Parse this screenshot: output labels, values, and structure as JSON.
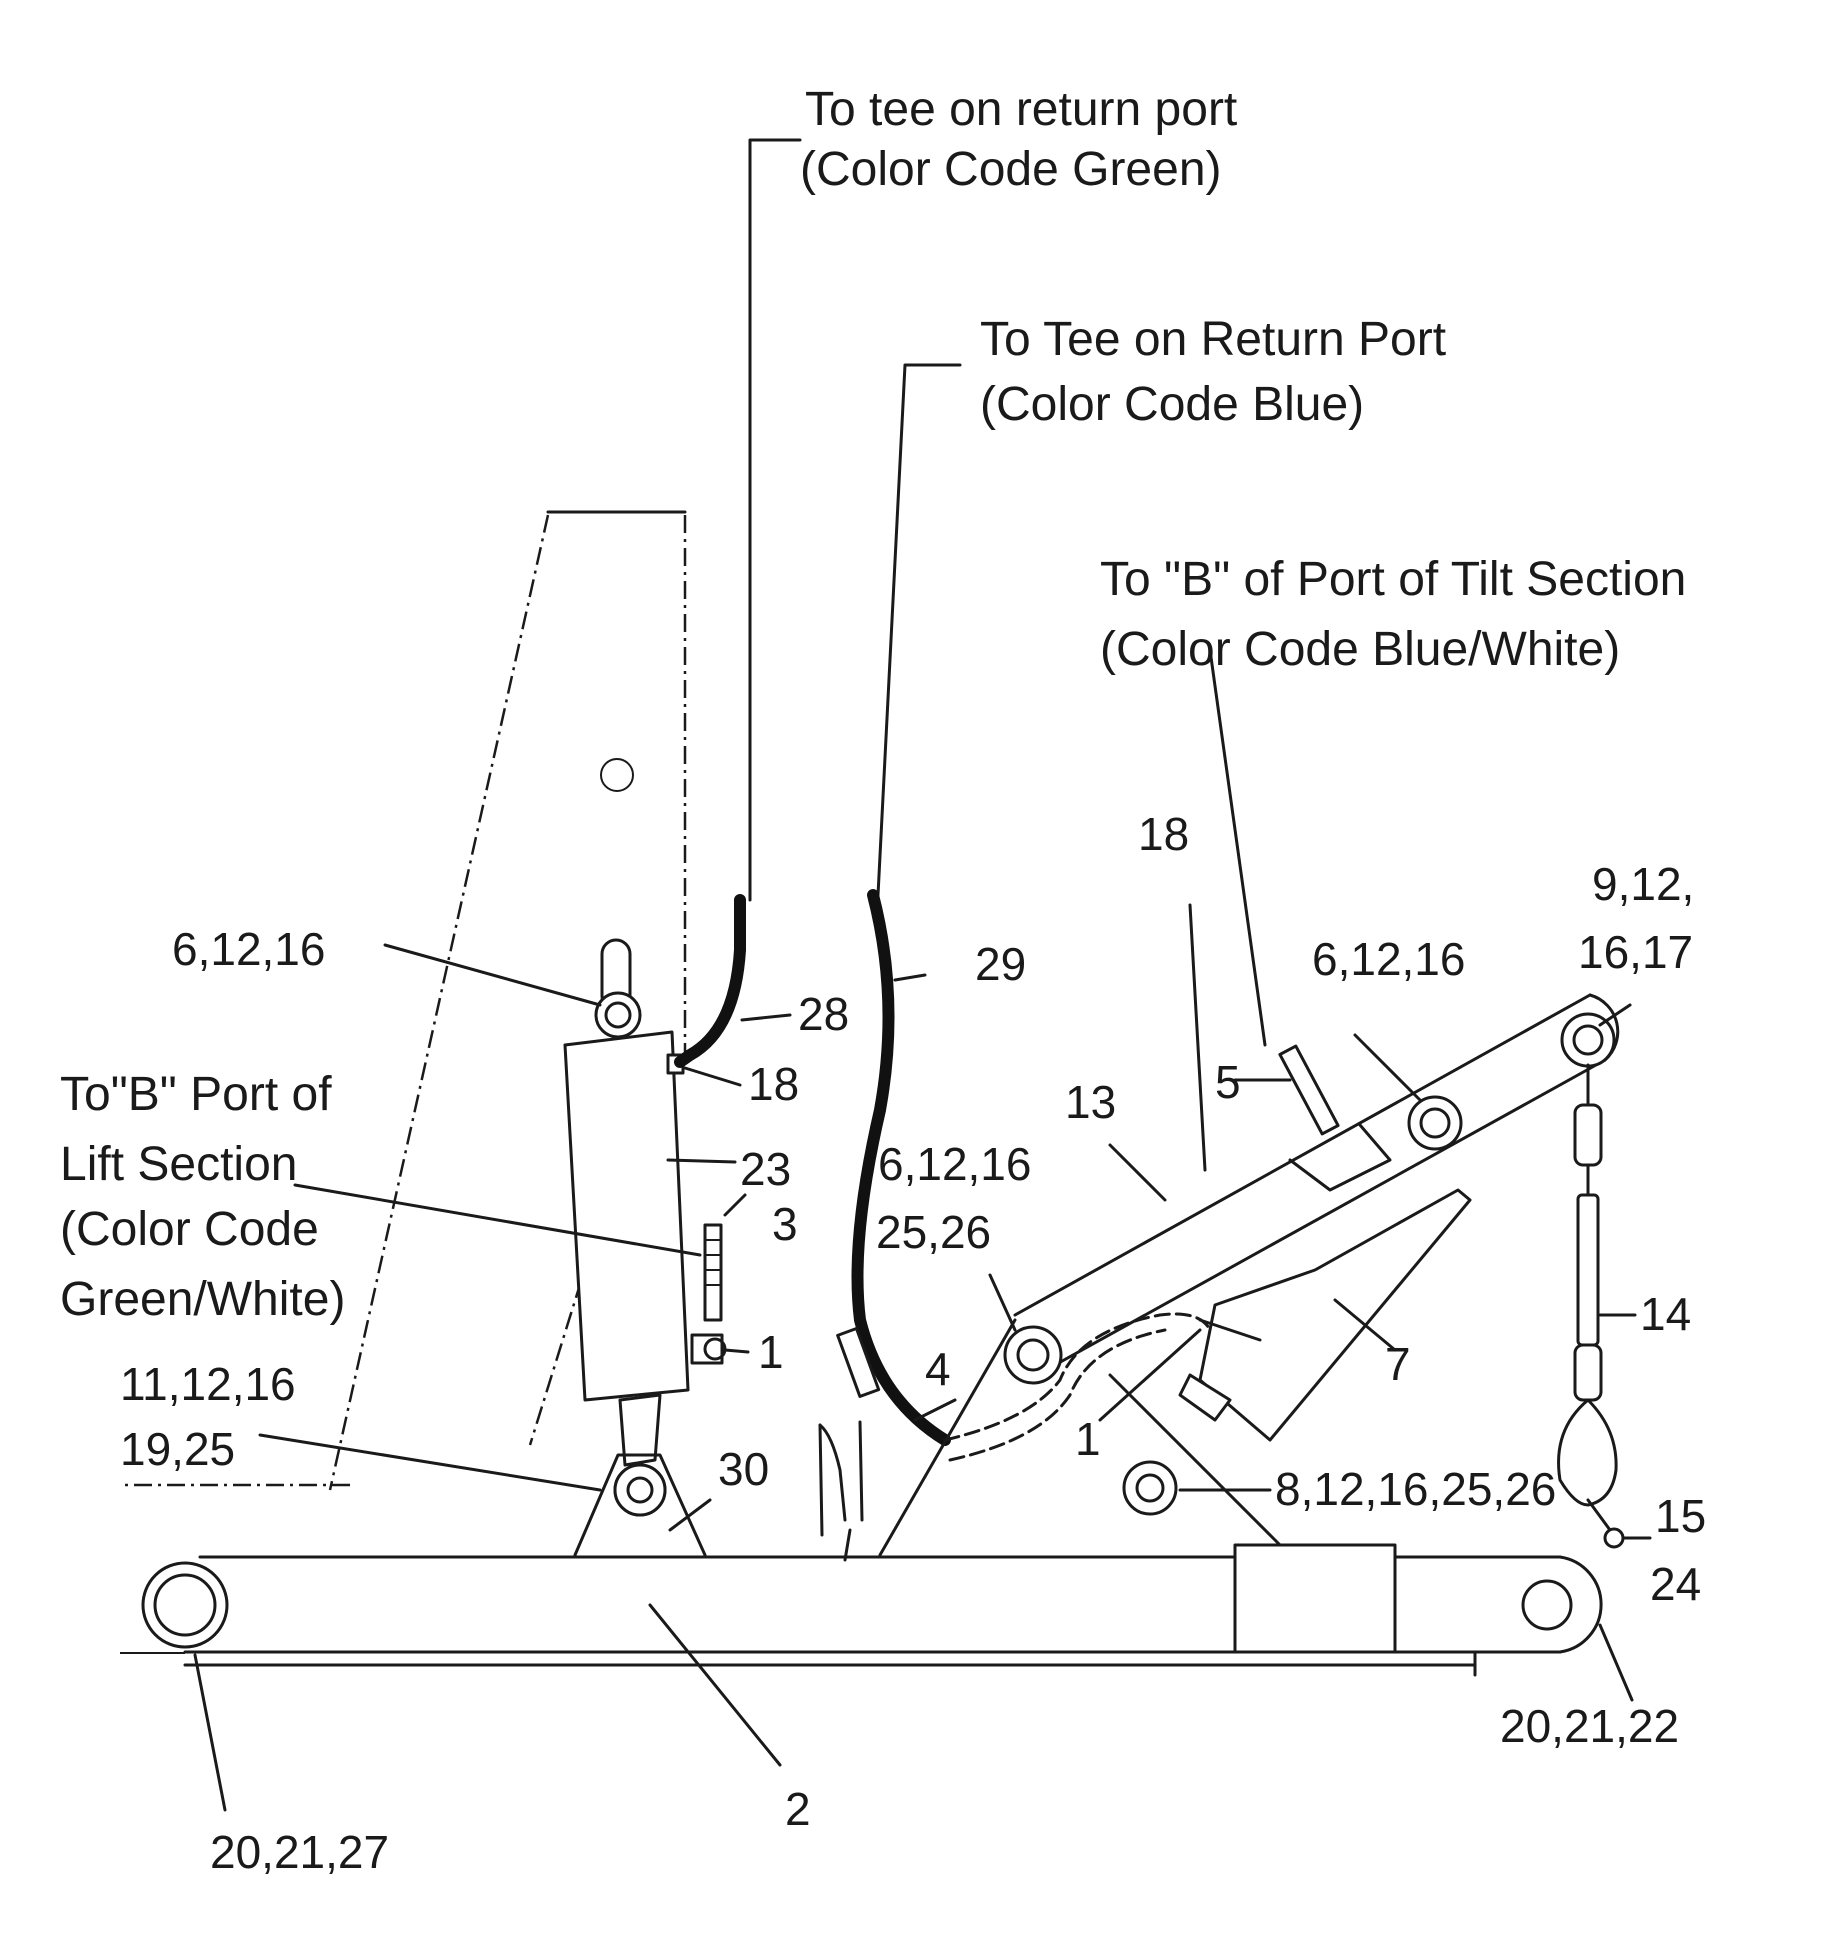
{
  "labels": {
    "return_green_line1": "To tee on return port",
    "return_green_line2": "(Color Code Green)",
    "return_blue_line1": "To Tee on Return Port",
    "return_blue_line2": "(Color Code Blue)",
    "tilt_b_line1": "To \"B\" of Port of Tilt Section",
    "tilt_b_line2": "(Color Code Blue/White)",
    "lift_b_line1": "To\"B\" Port of",
    "lift_b_line2": "Lift Section",
    "lift_b_line3": "(Color Code",
    "lift_b_line4": "Green/White)"
  },
  "callouts": {
    "c_6_12_16_left": "6,12,16",
    "c_28": "28",
    "c_29": "29",
    "c_18_left": "18",
    "c_23": "23",
    "c_3": "3",
    "c_1_left": "1",
    "c_11_12_16": "11,12,16",
    "c_19_25": "19,25",
    "c_30": "30",
    "c_6_12_16_mid": "6,12,16",
    "c_25_26": "25,26",
    "c_4": "4",
    "c_18_top": "18",
    "c_13": "13",
    "c_5": "5",
    "c_6_12_16_right": "6,12,16",
    "c_9_12": "9,12,",
    "c_16_17": "16,17",
    "c_14": "14",
    "c_7": "7",
    "c_1_mid": "1",
    "c_8_12": "8,12,16,25,26",
    "c_15": "15",
    "c_24": "24",
    "c_20_21_22": "20,21,22",
    "c_2": "2",
    "c_20_21_27": "20,21,27"
  }
}
